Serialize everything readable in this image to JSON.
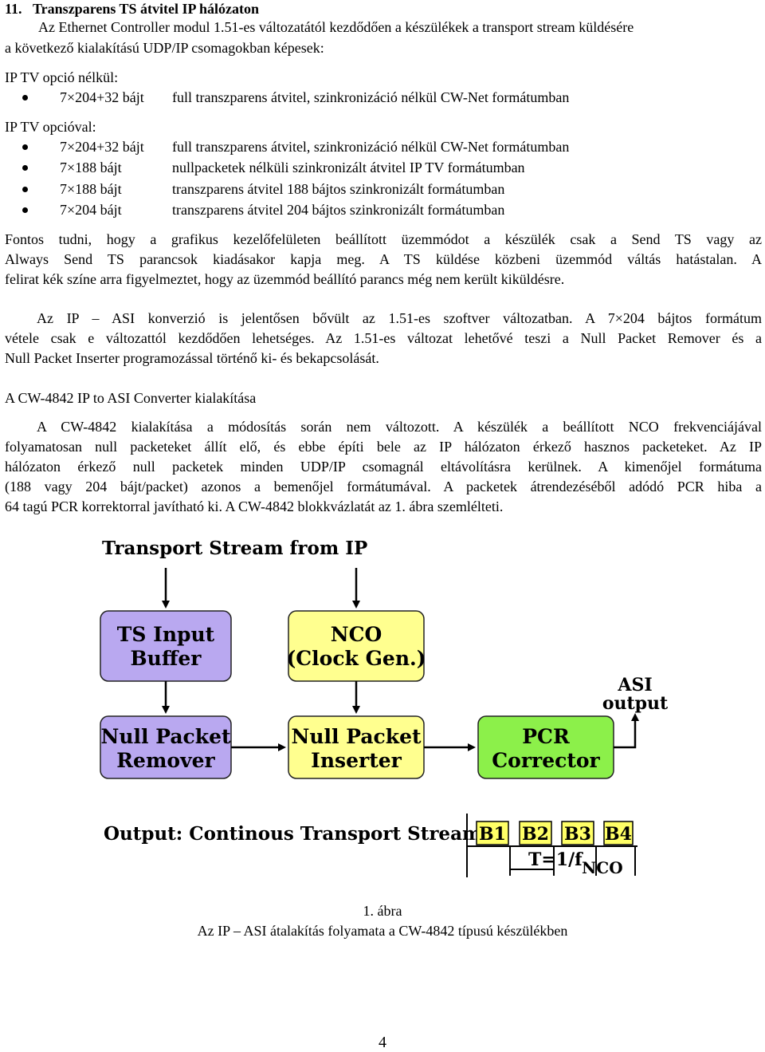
{
  "section": {
    "number": "11.",
    "title": "Transzparens TS átvitel IP hálózaton"
  },
  "intro": {
    "line1": "Az Ethernet Controller modul 1.51-es változatától kezdődően a készülékek a transport stream küldésére",
    "line2": "a következő kialakítású UDP/IP csomagokban képesek:"
  },
  "without_option": {
    "label": "IP TV opció nélkül:",
    "items": [
      {
        "code": "7×204+32 bájt",
        "desc": "full transzparens átvitel, szinkronizáció nélkül CW-Net formátumban"
      }
    ]
  },
  "with_option": {
    "label": "IP TV opcióval:",
    "items": [
      {
        "code": "7×204+32 bájt",
        "desc": "full transzparens átvitel, szinkronizáció nélkül CW-Net formátumban"
      },
      {
        "code": "7×188 bájt",
        "desc": "nullpacketek nélküli szinkronizált átvitel IP TV formátumban"
      },
      {
        "code": "7×188 bájt",
        "desc": "transzparens átvitel 188 bájtos szinkronizált formátumban"
      },
      {
        "code": "7×204 bájt",
        "desc": "transzparens átvitel 204 bájtos szinkronizált formátumban"
      }
    ]
  },
  "para1": {
    "l1": "Fontos tudni, hogy a grafikus kezelőfelületen beállított üzemmódot a készülék csak a Send TS vagy az",
    "l2": "Always Send TS parancsok kiadásakor kapja meg. A TS küldése közbeni üzemmód váltás hatástalan. A",
    "l3": "felirat kék színe arra figyelmeztet, hogy az üzemmód beállító parancs még nem került kiküldésre."
  },
  "para2": {
    "l1": "Az IP – ASI konverzió is jelentősen bővült az 1.51-es szoftver változatban. A 7×204 bájtos formátum",
    "l2": "vétele csak e változattól kezdődően lehetséges. Az 1.51-es változat lehetővé teszi a Null Packet Remover és a",
    "l3": "Null Packet Inserter programozással történő ki- és bekapcsolását."
  },
  "subheading": "A CW-4842 IP to ASI Converter kialakítása",
  "para3": {
    "l1": "A CW-4842 kialakítása a módosítás során nem változott. A készülék a beállított NCO frekvenciájával",
    "l2": "folyamatosan null packeteket állít elő, és ebbe építi bele az IP hálózaton érkező hasznos packeteket. Az IP",
    "l3": "hálózaton érkező null packetek minden UDP/IP csomagnál eltávolításra kerülnek. A kimenőjel formátuma",
    "l4": "(188 vagy 204 bájt/packet) azonos a bemenőjel formátumával. A packetek átrendezéséből adódó PCR hiba a",
    "l5": "64 tagú PCR korrektorral javítható ki. A CW-4842 blokkvázlatát az 1. ábra szemlélteti."
  },
  "diagram": {
    "title": "Transport Stream from IP",
    "ts_input_l1": "TS Input",
    "ts_input_l2": "Buffer",
    "nco_l1": "NCO",
    "nco_l2": "(Clock Gen.)",
    "asi_l1": "ASI",
    "asi_l2": "output",
    "npr_l1": "Null Packet",
    "npr_l2": "Remover",
    "npi_l1": "Null Packet",
    "npi_l2": "Inserter",
    "pcr_l1": "PCR",
    "pcr_l2": "Corrector",
    "output_label": "Output: Continous Transport Stream",
    "blocks": [
      "B1",
      "B2",
      "B3",
      "B4"
    ],
    "period_label": "T=1/f",
    "period_sub": "NCO",
    "colors": {
      "violet": "#b9a8f0",
      "yellow": "#ffff8f",
      "green": "#8cf04a",
      "block": "#ffff66",
      "arrow": "#000000"
    }
  },
  "figure": {
    "number": "1. ábra",
    "caption": "Az IP – ASI átalakítás folyamata a CW-4842 típusú készülékben"
  },
  "page_number": "4"
}
